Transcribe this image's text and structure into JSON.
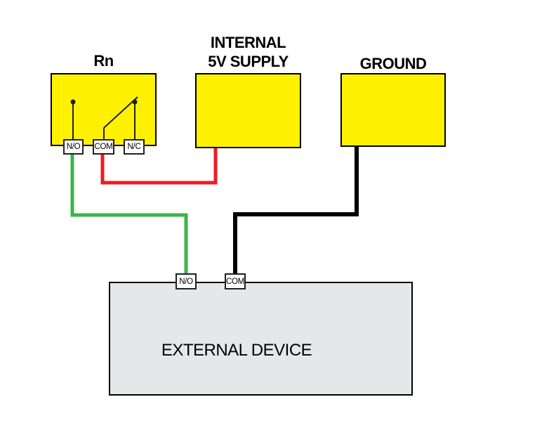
{
  "relay": {
    "label": "Rn",
    "terminals": [
      "N/O",
      "COM",
      "N/C"
    ]
  },
  "supply": {
    "label_line1": "INTERNAL",
    "label_line2": "5V SUPPLY"
  },
  "ground": {
    "label": "GROUND"
  },
  "device": {
    "label": "EXTERNAL DEVICE",
    "terminals": [
      "N/O",
      "COM"
    ]
  },
  "colors": {
    "box_fill": "#FFF200",
    "box_border": "#000000",
    "device_fill": "#E6E7E8",
    "device_border": "#000000",
    "terminal_fill": "#FFFFFF",
    "terminal_border": "#231F20",
    "wire_red": "#ED1C24",
    "wire_green": "#3BB54A",
    "wire_black": "#000000"
  }
}
